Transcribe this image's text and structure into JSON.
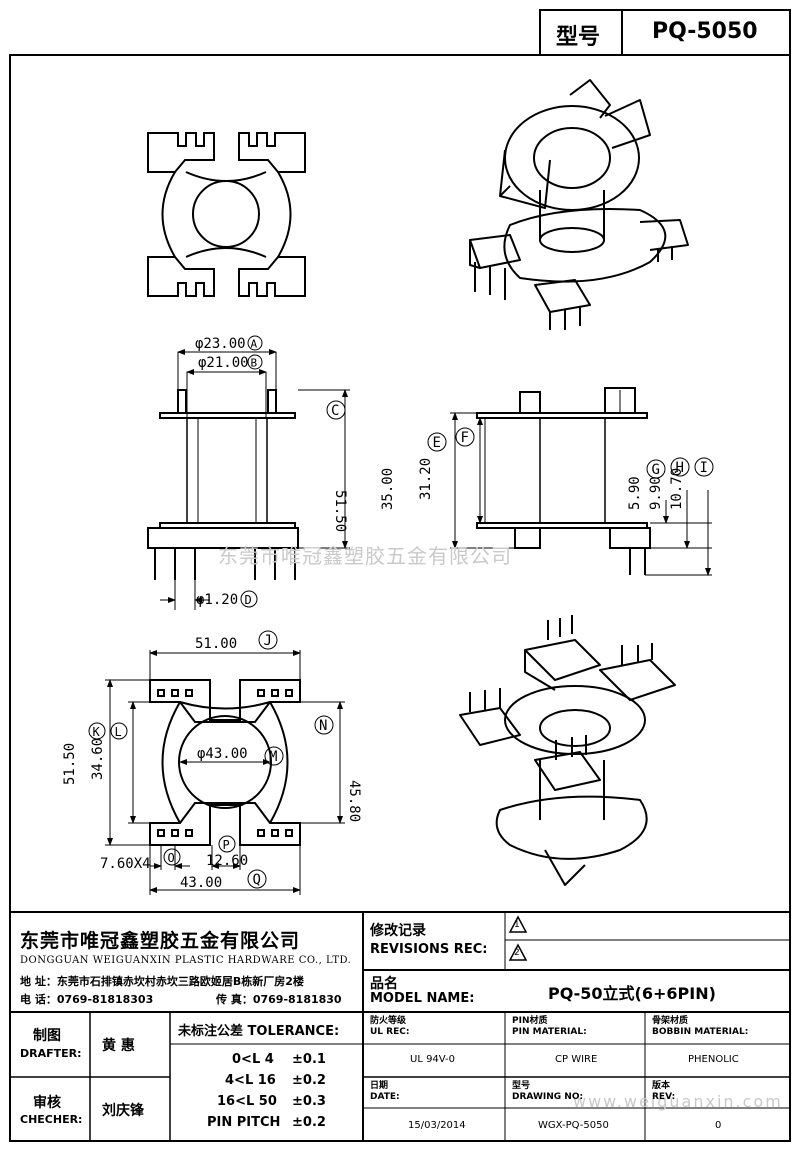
{
  "header": {
    "model_label": "型号",
    "model_value": "PQ-5050"
  },
  "dims": {
    "A": "A",
    "B": "B",
    "C": "C",
    "D": "D",
    "E": "E",
    "F": "F",
    "G": "G",
    "H": "H",
    "I": "I",
    "J": "J",
    "K": "K",
    "L": "L",
    "M": "M",
    "N": "N",
    "O": "O",
    "P": "P",
    "Q": "Q",
    "d_23": "φ23.00",
    "d_21": "φ21.00",
    "d_51_50_side": "51.50",
    "d_1_20": "φ1.20",
    "d_35": "35.00",
    "d_31_20": "31.20",
    "d_5_90": "5.90",
    "d_9_90": "9.90",
    "d_10_70": "10.70",
    "d_51_00": "51.00",
    "d_51_50_top": "51.50",
    "d_34_60": "34.60",
    "d_43_00_dia": "φ43.00",
    "d_45_80": "45.80",
    "d_7_60": "7.60X4",
    "d_12_60": "12.60",
    "d_43_00": "43.00"
  },
  "watermark": {
    "center": "东莞市唯冠鑫塑胶五金有限公司",
    "bottom": "www.weiguanxin.com"
  },
  "company": {
    "name_cn": "东莞市唯冠鑫塑胶五金有限公司",
    "name_en": "DONGGUAN WEIGUANXIN PLASTIC HARDWARE CO., LTD.",
    "address": "地  址：东莞市石排镇赤坎村赤坎三路欧姬居B栋新厂房2楼",
    "phone": "电  话：0769-81818303",
    "fax": "传  真：0769-8181830"
  },
  "revisions": {
    "label_cn": "修改记录",
    "label_en": "REVISIONS REC:",
    "rev1": "1",
    "rev2": "2"
  },
  "model_name": {
    "label_cn": "品名",
    "label_en": "MODEL NAME:",
    "value": "PQ-50立式(6+6PIN)"
  },
  "drafter": {
    "label_cn": "制图",
    "label_en": "DRAFTER:",
    "name": "黄  惠"
  },
  "checker": {
    "label_cn": "审核",
    "label_en": "CHECHER:",
    "name": "刘庆锋"
  },
  "tolerance": {
    "title": "未标注公差 TOLERANCE:",
    "rows": [
      {
        "range": "0<L   4",
        "value": "±0.1"
      },
      {
        "range": "4<L  16",
        "value": "±0.2"
      },
      {
        "range": "16<L  50",
        "value": "±0.3"
      },
      {
        "range": "PIN PITCH",
        "value": "±0.2"
      }
    ]
  },
  "specs": {
    "ul_label_cn": "防火等级",
    "ul_label_en": "UL REC:",
    "ul_value": "UL 94V-0",
    "pin_label_cn": "PIN材质",
    "pin_label_en": "PIN MATERIAL:",
    "pin_value": "CP WIRE",
    "bobbin_label_cn": "骨架材质",
    "bobbin_label_en": "BOBBIN MATERIAL:",
    "bobbin_value": "PHENOLIC",
    "date_label_cn": "日期",
    "date_label_en": "DATE:",
    "date_value": "15/03/2014",
    "drawing_label_cn": "型号",
    "drawing_label_en": "DRAWING NO:",
    "drawing_value": "WGX-PQ-5050",
    "rev_label_cn": "版本",
    "rev_label_en": "REV:",
    "rev_value": "0"
  }
}
